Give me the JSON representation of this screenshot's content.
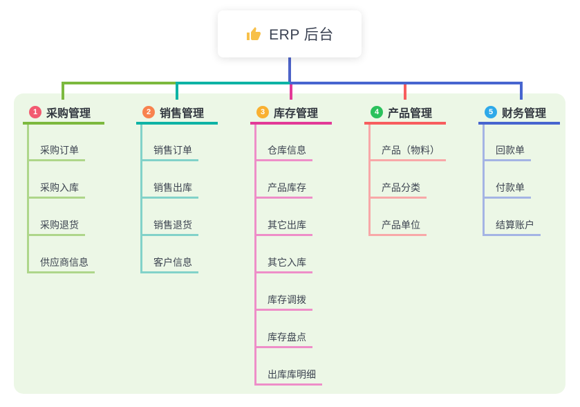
{
  "root": {
    "title": "ERP 后台",
    "icon": "thumbs-up-icon",
    "icon_color": "#f7c04a",
    "connector_color": "#4d63c8"
  },
  "panel_color": "#ecf7e6",
  "branches": [
    {
      "badge": "1",
      "badge_color": "#f25a70",
      "title": "采购管理",
      "color": "#7cb93e",
      "light_color": "#aed68a",
      "items": [
        "采购订单",
        "采购入库",
        "采购退货",
        "供应商信息"
      ]
    },
    {
      "badge": "2",
      "badge_color": "#f8824e",
      "title": "销售管理",
      "color": "#0eb3a5",
      "light_color": "#82d2c9",
      "items": [
        "销售订单",
        "销售出库",
        "销售退货",
        "客户信息"
      ]
    },
    {
      "badge": "3",
      "badge_color": "#f9b031",
      "title": "库存管理",
      "color": "#e23a97",
      "light_color": "#ee8ec8",
      "items": [
        "仓库信息",
        "产品库存",
        "其它出库",
        "其它入库",
        "库存调拨",
        "库存盘点",
        "出库库明细"
      ]
    },
    {
      "badge": "4",
      "badge_color": "#2bc15c",
      "title": "产品管理",
      "color": "#f75d5e",
      "light_color": "#f8a8a8",
      "items": [
        "产品（物料）",
        "产品分类",
        "产品单位"
      ]
    },
    {
      "badge": "5",
      "badge_color": "#2ea9e9",
      "title": "财务管理",
      "color": "#4765cf",
      "light_color": "#a4b4e4",
      "items": [
        "回款单",
        "付款单",
        "结算账户"
      ]
    }
  ]
}
